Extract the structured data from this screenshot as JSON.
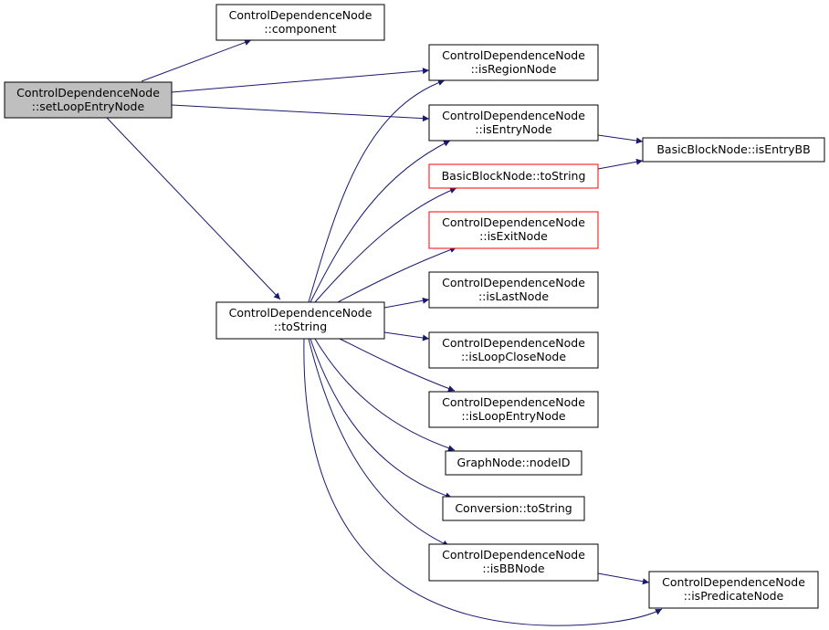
{
  "colors": {
    "edge": "#191970",
    "node_border": "#000000",
    "node_fill": "#ffffff",
    "focus_fill": "#bfbfbf",
    "truncated_border": "#ff0000"
  },
  "nodes": {
    "set_loop_entry": {
      "lines": [
        "ControlDependenceNode",
        "::setLoopEntryNode"
      ]
    },
    "component": {
      "lines": [
        "ControlDependenceNode",
        "::component"
      ]
    },
    "is_region": {
      "lines": [
        "ControlDependenceNode",
        "::isRegionNode"
      ]
    },
    "is_entry": {
      "lines": [
        "ControlDependenceNode",
        "::isEntryNode"
      ]
    },
    "is_entry_bb": {
      "lines": [
        "BasicBlockNode::isEntryBB"
      ]
    },
    "bb_to_string": {
      "lines": [
        "BasicBlockNode::toString"
      ]
    },
    "is_exit": {
      "lines": [
        "ControlDependenceNode",
        "::isExitNode"
      ]
    },
    "to_string": {
      "lines": [
        "ControlDependenceNode",
        "::toString"
      ]
    },
    "is_last": {
      "lines": [
        "ControlDependenceNode",
        "::isLastNode"
      ]
    },
    "is_loop_close": {
      "lines": [
        "ControlDependenceNode",
        "::isLoopCloseNode"
      ]
    },
    "is_loop_entry": {
      "lines": [
        "ControlDependenceNode",
        "::isLoopEntryNode"
      ]
    },
    "node_id": {
      "lines": [
        "GraphNode::nodeID"
      ]
    },
    "conv_to_string": {
      "lines": [
        "Conversion::toString"
      ]
    },
    "is_bb": {
      "lines": [
        "ControlDependenceNode",
        "::isBBNode"
      ]
    },
    "is_predicate": {
      "lines": [
        "ControlDependenceNode",
        "::isPredicateNode"
      ]
    }
  }
}
